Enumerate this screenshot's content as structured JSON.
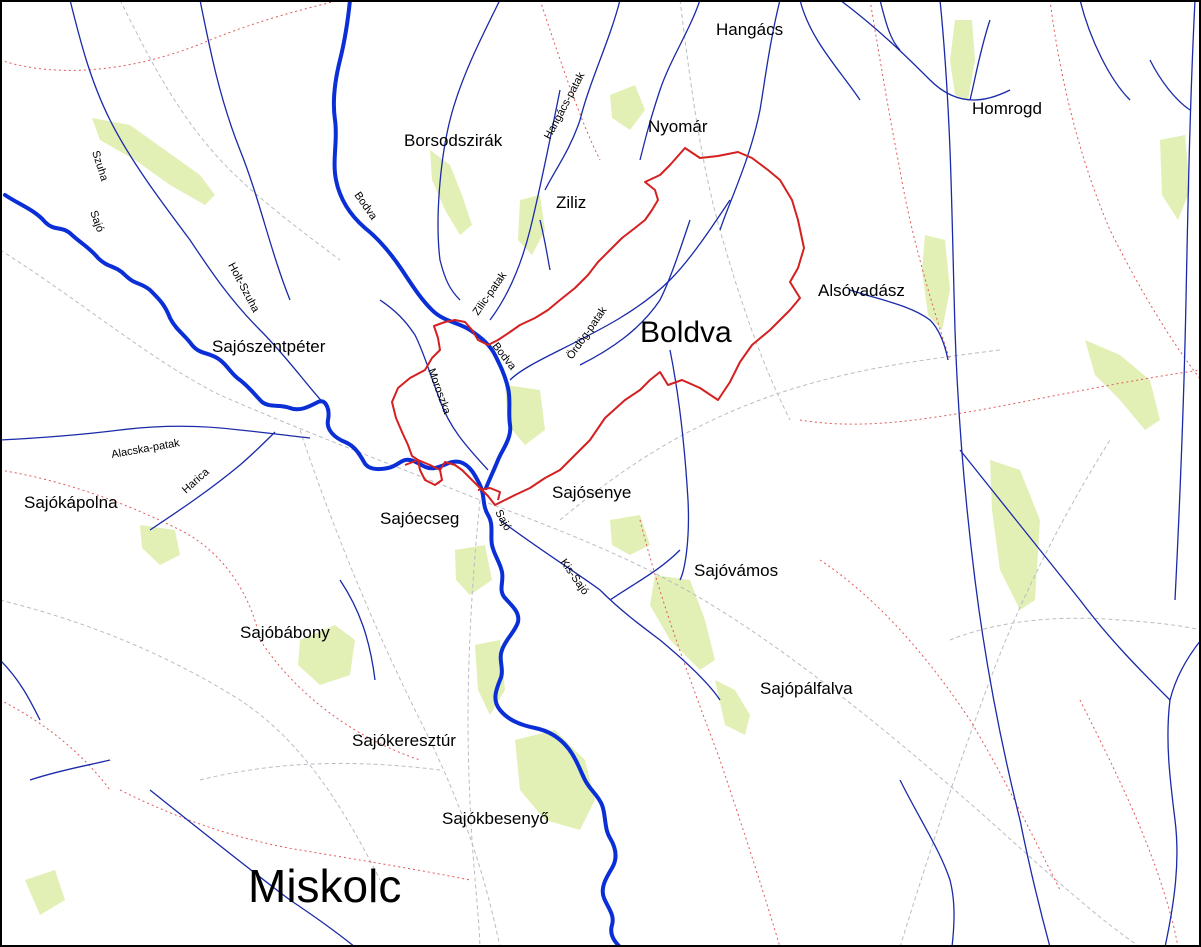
{
  "map": {
    "colors": {
      "background": "#ffffff",
      "main_river": "#0a2fd6",
      "stream": "#1a2aa8",
      "boundary": "#d42020",
      "admin_line": "#e05a5a",
      "road": "#b8bcc4",
      "green_area": "#e2f0b6",
      "frame": "#000000"
    },
    "settlements": {
      "hangacs": "Hangács",
      "homrogd": "Homrogd",
      "nyomar": "Nyomár",
      "borsodszirak": "Borsodszirák",
      "ziliz": "Ziliz",
      "alsovadasz": "Alsóvadász",
      "boldva": "Boldva",
      "sajoszentpeter": "Sajószentpéter",
      "sajokapolna": "Sajókápolna",
      "sajoecseg": "Sajóecseg",
      "sajosenye": "Sajósenye",
      "sajovamos": "Sajóvámos",
      "sajobabony": "Sajóbábony",
      "sajopalfalva": "Sajópálfalva",
      "sajokereszur": "Sajókeresztúr",
      "sajokbesenyo": "Sajókbesenyő",
      "miskolc": "Miskolc"
    },
    "waterways": {
      "szuha": "Szuha",
      "sajo_nw": "Sajó",
      "holt_szuha": "Holt-Szuha",
      "bodva_n": "Bodva",
      "hangacs_patak": "Hangács-patak",
      "ziliz_patak": "Zilic-patak",
      "bodva_s": "Bodva",
      "ordog_patak": "Ördög-patak",
      "moroszka": "Moroszka",
      "alacska_patak": "Alacska-patak",
      "harica": "Harica",
      "sajo_s": "Sajó",
      "kis_sajo": "Kis-Sajó"
    }
  }
}
